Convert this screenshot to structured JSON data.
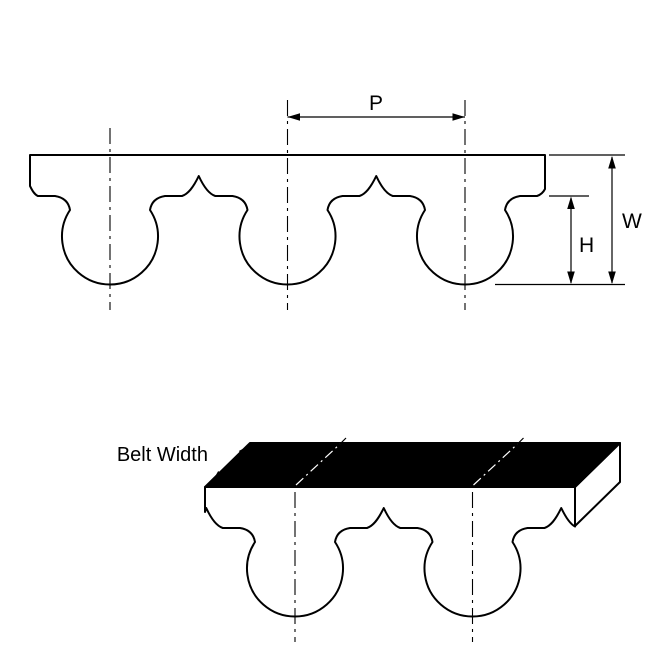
{
  "diagram": {
    "labels": {
      "pitch": "P",
      "width": "W",
      "height": "H",
      "belt_width": "Belt Width"
    },
    "colors": {
      "outline": "#000000",
      "belt_fill": "#ffffff",
      "belt_back_fill": "#000000",
      "background": "#ffffff"
    }
  }
}
